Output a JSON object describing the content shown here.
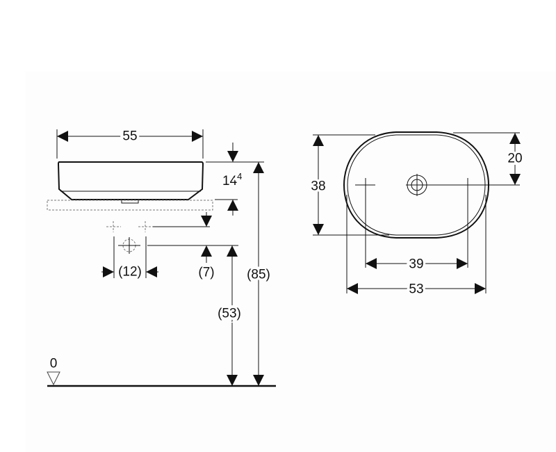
{
  "side_view": {
    "width_label": "55",
    "height_label_base": "14",
    "height_label_sup": "4",
    "waste_spacing_label": "(12)",
    "waste_offset_label": "(7)",
    "waste_height_label": "(53)",
    "overall_height_label": "(85)",
    "floor_label": "0"
  },
  "top_view": {
    "depth_label": "38",
    "drain_offset_label": "20",
    "tap_spacing_label": "39",
    "width_label": "53"
  }
}
